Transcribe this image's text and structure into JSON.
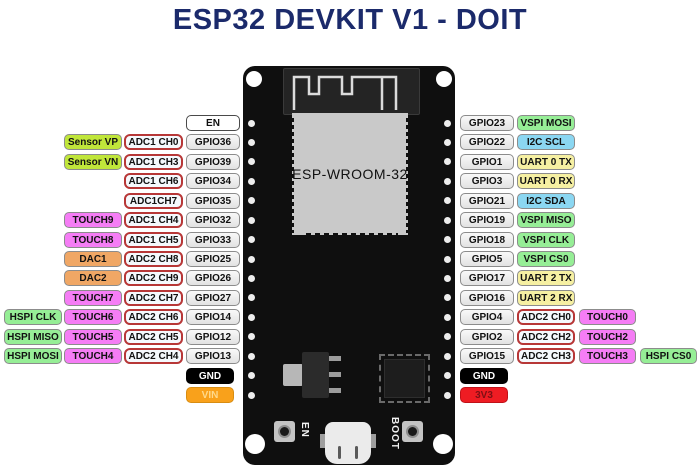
{
  "title": "ESP32 DEVKIT V1 - DOIT",
  "board": {
    "module_label": "ESP-WROOM-32",
    "en_button_label": "EN",
    "boot_button_label": "BOOT"
  },
  "colors": {
    "title": "#1b2a6b",
    "board": "#0f0f0f",
    "module": "#c9c9c9",
    "gpio_bg": "#e2e2e2",
    "adc_border": "#b73737",
    "sensor": "#c0e63a",
    "touch": "#f57df5",
    "dac": "#f0a765",
    "spi": "#96ee96",
    "i2c": "#8bd7f2",
    "uart": "#f6f0a2",
    "gnd": "#000000",
    "vin": "#f9a11b",
    "v33": "#ee1c23"
  },
  "left_rows": [
    [
      null,
      null,
      null,
      {
        "label": "EN",
        "kind": "en"
      }
    ],
    [
      null,
      {
        "label": "Sensor VP",
        "kind": "sensor"
      },
      {
        "label": "ADC1 CH0",
        "kind": "adc"
      },
      {
        "label": "GPIO36",
        "kind": "gpio"
      }
    ],
    [
      null,
      {
        "label": "Sensor VN",
        "kind": "sensor"
      },
      {
        "label": "ADC1 CH3",
        "kind": "adc"
      },
      {
        "label": "GPIO39",
        "kind": "gpio"
      }
    ],
    [
      null,
      null,
      {
        "label": "ADC1 CH6",
        "kind": "adc"
      },
      {
        "label": "GPIO34",
        "kind": "gpio"
      }
    ],
    [
      null,
      null,
      {
        "label": "ADC1CH7",
        "kind": "adc"
      },
      {
        "label": "GPIO35",
        "kind": "gpio"
      }
    ],
    [
      null,
      {
        "label": "TOUCH9",
        "kind": "touch"
      },
      {
        "label": "ADC1 CH4",
        "kind": "adc"
      },
      {
        "label": "GPIO32",
        "kind": "gpio"
      }
    ],
    [
      null,
      {
        "label": "TOUCH8",
        "kind": "touch"
      },
      {
        "label": "ADC1 CH5",
        "kind": "adc"
      },
      {
        "label": "GPIO33",
        "kind": "gpio"
      }
    ],
    [
      null,
      {
        "label": "DAC1",
        "kind": "dac"
      },
      {
        "label": "ADC2 CH8",
        "kind": "adc"
      },
      {
        "label": "GPIO25",
        "kind": "gpio"
      }
    ],
    [
      null,
      {
        "label": "DAC2",
        "kind": "dac"
      },
      {
        "label": "ADC2 CH9",
        "kind": "adc"
      },
      {
        "label": "GPIO26",
        "kind": "gpio"
      }
    ],
    [
      null,
      {
        "label": "TOUCH7",
        "kind": "touch"
      },
      {
        "label": "ADC2 CH7",
        "kind": "adc"
      },
      {
        "label": "GPIO27",
        "kind": "gpio"
      }
    ],
    [
      {
        "label": "HSPI CLK",
        "kind": "spi"
      },
      {
        "label": "TOUCH6",
        "kind": "touch"
      },
      {
        "label": "ADC2 CH6",
        "kind": "adc"
      },
      {
        "label": "GPIO14",
        "kind": "gpio"
      }
    ],
    [
      {
        "label": "HSPI MISO",
        "kind": "spi"
      },
      {
        "label": "TOUCH5",
        "kind": "touch"
      },
      {
        "label": "ADC2 CH5",
        "kind": "adc"
      },
      {
        "label": "GPIO12",
        "kind": "gpio"
      }
    ],
    [
      {
        "label": "HSPI MOSI",
        "kind": "spi"
      },
      {
        "label": "TOUCH4",
        "kind": "touch"
      },
      {
        "label": "ADC2 CH4",
        "kind": "adc"
      },
      {
        "label": "GPIO13",
        "kind": "gpio"
      }
    ],
    [
      null,
      null,
      null,
      {
        "label": "GND",
        "kind": "gnd"
      }
    ],
    [
      null,
      null,
      null,
      {
        "label": "VIN",
        "kind": "vin"
      }
    ]
  ],
  "right_rows": [
    [
      {
        "label": "GPIO23",
        "kind": "gpio"
      },
      {
        "label": "VSPI MOSI",
        "kind": "spi"
      },
      null,
      null
    ],
    [
      {
        "label": "GPIO22",
        "kind": "gpio"
      },
      {
        "label": "I2C SCL",
        "kind": "i2c"
      },
      null,
      null
    ],
    [
      {
        "label": "GPIO1",
        "kind": "gpio"
      },
      {
        "label": "UART 0 TX",
        "kind": "uart"
      },
      null,
      null
    ],
    [
      {
        "label": "GPIO3",
        "kind": "gpio"
      },
      {
        "label": "UART 0 RX",
        "kind": "uart"
      },
      null,
      null
    ],
    [
      {
        "label": "GPIO21",
        "kind": "gpio"
      },
      {
        "label": "I2C SDA",
        "kind": "i2c"
      },
      null,
      null
    ],
    [
      {
        "label": "GPIO19",
        "kind": "gpio"
      },
      {
        "label": "VSPI MISO",
        "kind": "spi"
      },
      null,
      null
    ],
    [
      {
        "label": "GPIO18",
        "kind": "gpio"
      },
      {
        "label": "VSPI CLK",
        "kind": "spi"
      },
      null,
      null
    ],
    [
      {
        "label": "GPIO5",
        "kind": "gpio"
      },
      {
        "label": "VSPI CS0",
        "kind": "spi"
      },
      null,
      null
    ],
    [
      {
        "label": "GPIO17",
        "kind": "gpio"
      },
      {
        "label": "UART 2 TX",
        "kind": "uart"
      },
      null,
      null
    ],
    [
      {
        "label": "GPIO16",
        "kind": "gpio"
      },
      {
        "label": "UART 2 RX",
        "kind": "uart"
      },
      null,
      null
    ],
    [
      {
        "label": "GPIO4",
        "kind": "gpio"
      },
      {
        "label": "ADC2 CH0",
        "kind": "adc"
      },
      {
        "label": "TOUCH0",
        "kind": "touch"
      },
      null
    ],
    [
      {
        "label": "GPIO2",
        "kind": "gpio"
      },
      {
        "label": "ADC2 CH2",
        "kind": "adc"
      },
      {
        "label": "TOUCH2",
        "kind": "touch"
      },
      null
    ],
    [
      {
        "label": "GPIO15",
        "kind": "gpio"
      },
      {
        "label": "ADC2 CH3",
        "kind": "adc"
      },
      {
        "label": "TOUCH3",
        "kind": "touch"
      },
      {
        "label": "HSPI CS0",
        "kind": "spi"
      }
    ],
    [
      {
        "label": "GND",
        "kind": "gnd"
      },
      null,
      null,
      null
    ],
    [
      {
        "label": "3V3",
        "kind": "v33"
      },
      null,
      null,
      null
    ]
  ]
}
